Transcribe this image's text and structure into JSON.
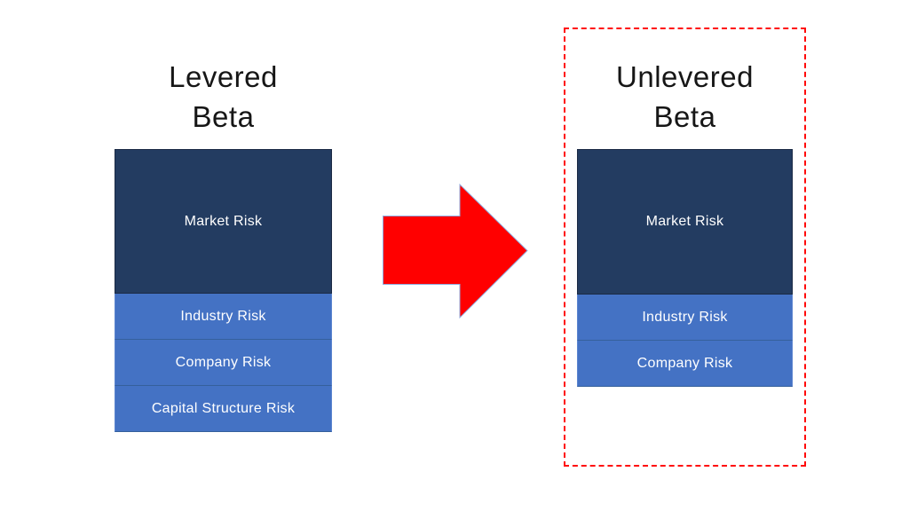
{
  "left_panel": {
    "title_lines": [
      "Levered",
      "Beta"
    ],
    "boxes": [
      {
        "label": "Market Risk"
      },
      {
        "label": "Industry Risk"
      },
      {
        "label": "Company Risk"
      },
      {
        "label": "Capital Structure Risk"
      }
    ]
  },
  "right_panel": {
    "title_lines": [
      "Unlevered",
      "Beta"
    ],
    "boxes": [
      {
        "label": "Market Risk"
      },
      {
        "label": "Industry Risk"
      },
      {
        "label": "Company Risk"
      }
    ]
  },
  "arrow": {
    "icon": "right-arrow",
    "meaning": "transformation from levered beta to unlevered beta"
  },
  "colors": {
    "market_risk_fill": "#233C61",
    "other_risk_fill": "#4472C4",
    "risk_label_text": "#FFFFFF",
    "title_text": "#161616",
    "arrow_red": "#FF0000",
    "arrow_outline": "#8FAADC",
    "dashed_frame_red": "#FF0B0B",
    "background": "#FFFFFF"
  }
}
